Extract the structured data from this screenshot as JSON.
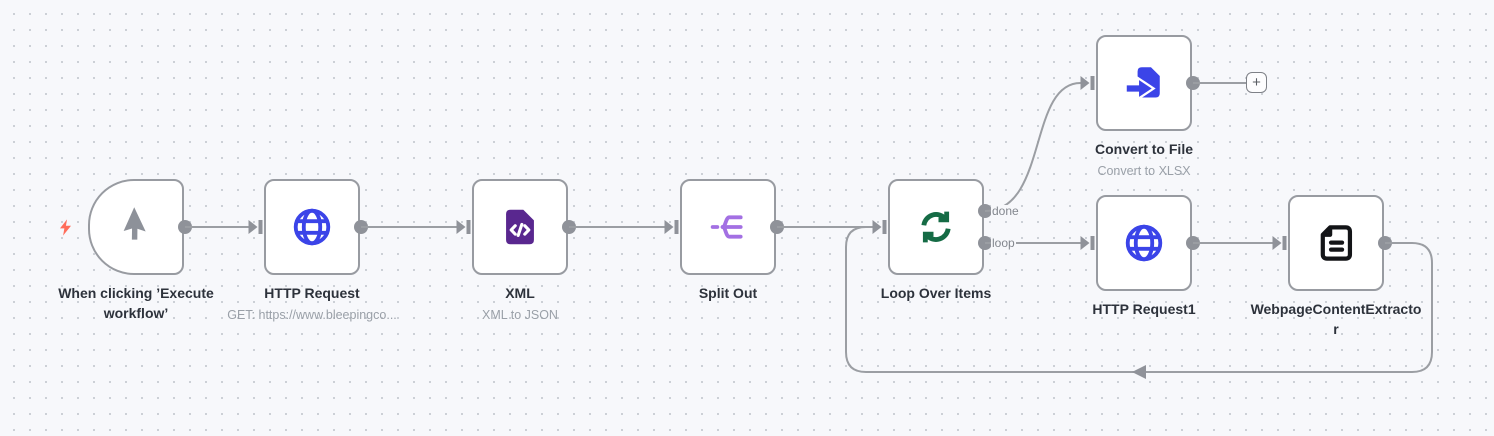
{
  "canvas": {
    "background": "#f7f8fb",
    "dot_color": "#c9cdd3"
  },
  "colors": {
    "node_border": "#989ba1",
    "wire": "#9b9ea3",
    "blue": "#3b44e8",
    "purple_dark": "#59278f",
    "purple_light": "#a370e3",
    "green": "#156b45",
    "black": "#131417",
    "gray_icon": "#8d9199",
    "bolt_orange": "#ff6d5a"
  },
  "nodes": [
    {
      "id": "manual-trigger",
      "title": "When clicking ’Execute workflow’",
      "subtitle": "",
      "icon": "cursor-icon"
    },
    {
      "id": "http-request",
      "title": "HTTP Request",
      "subtitle": "GET: https://www.bleepingco...",
      "icon": "globe-icon"
    },
    {
      "id": "xml",
      "title": "XML",
      "subtitle": "XML to JSON",
      "icon": "xml-file-icon"
    },
    {
      "id": "split-out",
      "title": "Split Out",
      "subtitle": "",
      "icon": "split-icon"
    },
    {
      "id": "loop-over-items",
      "title": "Loop Over Items",
      "subtitle": "",
      "icon": "loop-icon",
      "outputs": [
        "done",
        "loop"
      ]
    },
    {
      "id": "convert-to-file",
      "title": "Convert to File",
      "subtitle": "Convert to XLSX",
      "icon": "file-import-icon"
    },
    {
      "id": "http-request1",
      "title": "HTTP Request1",
      "subtitle": "",
      "icon": "globe-icon"
    },
    {
      "id": "webpage-content-extractor",
      "title": "WebpageContentExtractor",
      "subtitle": "",
      "icon": "document-icon"
    }
  ],
  "ports": {
    "done_label": "done",
    "loop_label": "loop"
  },
  "add_button": {
    "label": "+"
  }
}
